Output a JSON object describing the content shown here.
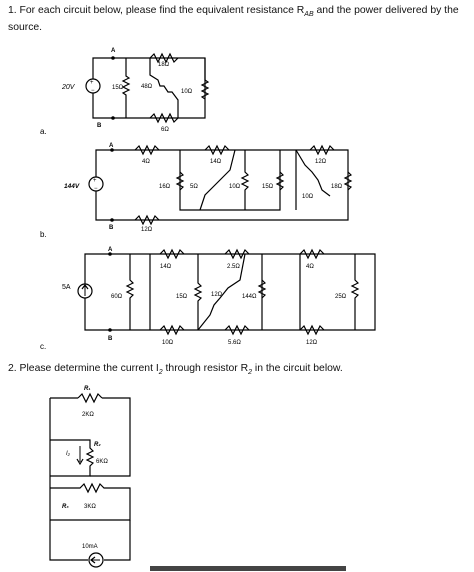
{
  "question1": {
    "text": "1. For each circuit below, please find the equivalent resistance R",
    "sub": "AB",
    "text_end": " and the power delivered by the source."
  },
  "question2": {
    "text": "2. Please determine the current I",
    "sub_i": "2",
    "text_mid": " through resistor R",
    "sub_r": "2",
    "text_end": " in the circuit below."
  },
  "circuit_a": {
    "label": "a.",
    "source": "20V",
    "r1": "15Ω",
    "r2": "48Ω",
    "r3": "18Ω",
    "r4": "10Ω",
    "r5": "6Ω",
    "node_a": "A",
    "node_b": "B"
  },
  "circuit_b": {
    "label": "b.",
    "source": "144V",
    "r1": "4Ω",
    "r2": "14Ω",
    "r3": "12Ω",
    "r4": "16Ω",
    "r5": "5Ω",
    "r6": "10Ω",
    "r7": "15Ω",
    "r8": "10Ω",
    "r9": "18Ω",
    "r10": "12Ω",
    "node_a": "A",
    "node_b": "B"
  },
  "circuit_c": {
    "label": "c.",
    "source": "5A",
    "r1": "60Ω",
    "r2": "14Ω",
    "r3": "2.5Ω",
    "r4": "4Ω",
    "r5": "15Ω",
    "r6": "12Ω",
    "r7": "144Ω",
    "r8": "25Ω",
    "r9": "10Ω",
    "r10": "5.6Ω",
    "r11": "12Ω",
    "node_a": "A",
    "node_b": "B"
  },
  "circuit_2": {
    "r1_name": "R₁",
    "r1_val": "2KΩ",
    "r2_name": "R₂",
    "r2_val": "6KΩ",
    "r3_name": "R₃",
    "r3_val": "3KΩ",
    "i2": "I₂",
    "source": "10mA"
  }
}
